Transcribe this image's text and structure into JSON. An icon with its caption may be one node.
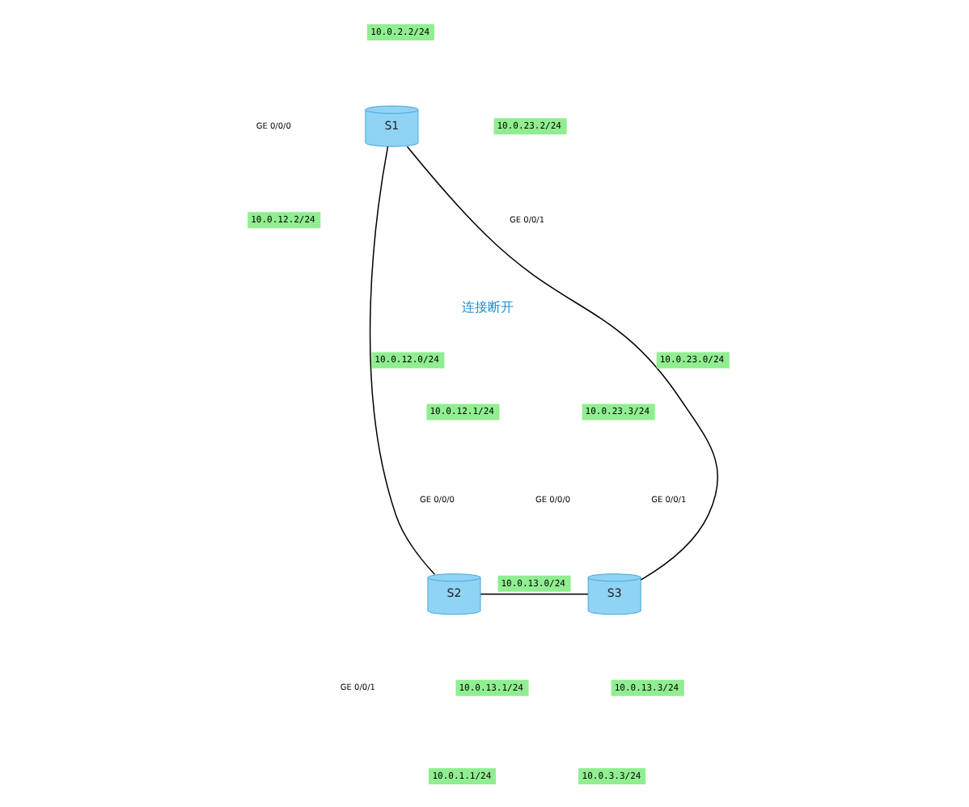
{
  "diagram": {
    "nodes": [
      {
        "text": [
          "S1"
        ]
      },
      {
        "text": [
          "S2"
        ]
      },
      {
        "text": [
          "S3"
        ]
      }
    ],
    "edges": [
      {
        "from": 0,
        "to": 1,
        "arrow": "none",
        "label": "10.0.12.0/24"
      },
      {
        "from": 0,
        "to": 2,
        "arrow": "none",
        "label": "10.0.23.0/24"
      },
      {
        "from": 1,
        "to": 2,
        "arrow": "none",
        "label": "10.0.13.0/24"
      }
    ],
    "labels": [
      "10.0.2.2/24",
      "GE 0/0/0",
      "10.0.23.2/24",
      "10.0.12.2/24",
      "GE 0/0/1",
      "连接断开",
      "10.0.12.1/24",
      "10.0.23.3/24",
      "GE 0/0/0",
      "GE 0/0/0",
      "GE 0/0/1",
      "GE 0/0/1",
      "10.0.13.1/24",
      "10.0.13.3/24",
      "10.0.1.1/24",
      "10.0.3.3/24"
    ]
  }
}
